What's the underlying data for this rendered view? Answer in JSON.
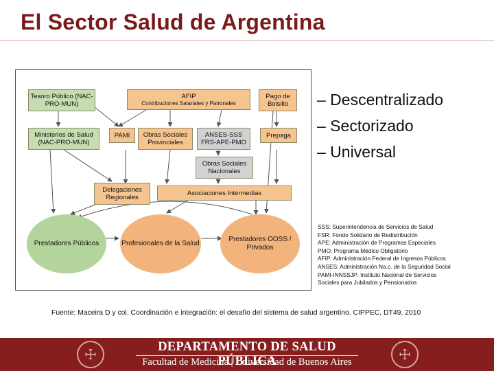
{
  "title": "El Sector Salud de Argentina",
  "diagram": {
    "boxes": {
      "tesoro": "Tesoro Público (NAC-PRO-MUN)",
      "afip_title": "AFIP",
      "afip_sub": "Contribuciones Salariales y Patronales",
      "pago": "Pago de Bolsillo",
      "ministerios": "Ministerios de Salud (NAC-PRO-MUN)",
      "pami": "PAMI",
      "obras_prov": "Obras Sociales Provinciales",
      "anses": "ANSES-SSS FRS-APE-PMO",
      "prepaga": "Prepaga",
      "obras_nac": "Obras Sociales Nacionales",
      "delegaciones": "Delegaciones Regionales",
      "asociaciones": "Asociaciones Intermedias"
    },
    "ellipses": {
      "publicos": "Prestadores Públicos",
      "profesionales": "Profesionales de la Salud",
      "privados": "Prestadores OOSS / Privados"
    },
    "colors": {
      "green": "#c5ddb0",
      "orange": "#f6c48e",
      "grey": "#d2d2d2",
      "arrow": "#555555"
    }
  },
  "features": [
    "– Descentralizado",
    "– Sectorizado",
    "– Universal"
  ],
  "glossary": [
    "SSS: Superintendencia de Servicios de Salud",
    "FSR: Fondo Solidario de Redistribución",
    "APE: Administración de Programas Especiales",
    "PMO: Programa Médico Obligatorio",
    "AFIP: Administración Federal de Ingresos Públicos",
    "ANSES: Administración Na.c. de la Seguridad Social",
    "PAMI-INNSSJP: Instituto Nacional de Servicios",
    "Sociales para Jubilados y Pensionados"
  ],
  "source": "Fuente: Maceira D y col. Coordinación e integración: el desafío del sistema de salud argentino. CIPPEC, DT49, 2010",
  "footer": {
    "title": "DEPARTAMENTO DE SALUD PÚBLICA",
    "subtitle": "Facultad de Medicina | Universidad de Buenos Aires",
    "seal_icon": "university-seal-icon",
    "background": "#861e1e"
  }
}
